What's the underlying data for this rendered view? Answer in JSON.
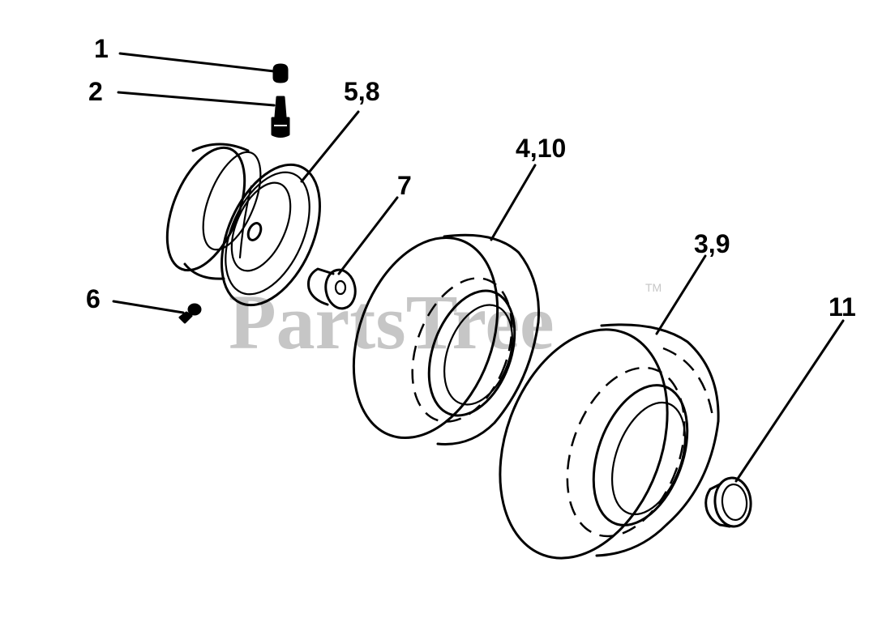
{
  "watermark": {
    "text": "PartsTree",
    "tm": "TM"
  },
  "callouts": {
    "c1": "1",
    "c2": "2",
    "c58": "5,8",
    "c6": "6",
    "c7": "7",
    "c410": "4,10",
    "c39": "3,9",
    "c11": "11"
  }
}
